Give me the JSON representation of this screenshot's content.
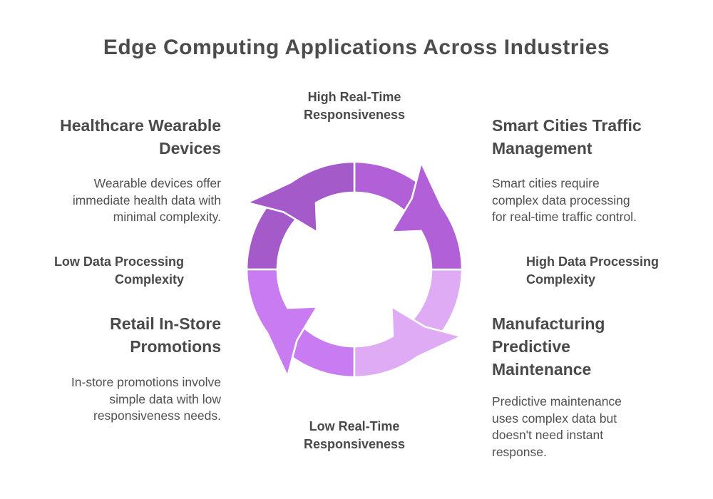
{
  "title": "Edge Computing Applications Across Industries",
  "axes": {
    "top": "High Real-Time\nResponsiveness",
    "bottom": "Low Real-Time\nResponsiveness",
    "left": "Low Data Processing\nComplexity",
    "right": "High Data Processing\nComplexity"
  },
  "quadrants": {
    "top_left": {
      "heading": "Healthcare Wearable\nDevices",
      "body": "Wearable devices offer\nimmediate health data with\nminimal complexity."
    },
    "top_right": {
      "heading": "Smart Cities Traffic\nManagement",
      "body": "Smart cities require\ncomplex data processing\nfor real-time traffic control."
    },
    "bottom_left": {
      "heading": "Retail In-Store\nPromotions",
      "body": "In-store promotions involve\nsimple data with low\nresponsiveness needs."
    },
    "bottom_right": {
      "heading": "Manufacturing\nPredictive\nMaintenance",
      "body": "Predictive maintenance\nuses complex data but\ndoesn't need instant\nresponse."
    }
  },
  "cycle": {
    "direction": "clockwise",
    "outline_color": "#ffffff",
    "segments": [
      {
        "position": "top-left",
        "color": "#a55ac9"
      },
      {
        "position": "top-right",
        "color": "#b160d8"
      },
      {
        "position": "bottom-right",
        "color": "#e0abf5"
      },
      {
        "position": "bottom-left",
        "color": "#c97cf2"
      }
    ]
  }
}
